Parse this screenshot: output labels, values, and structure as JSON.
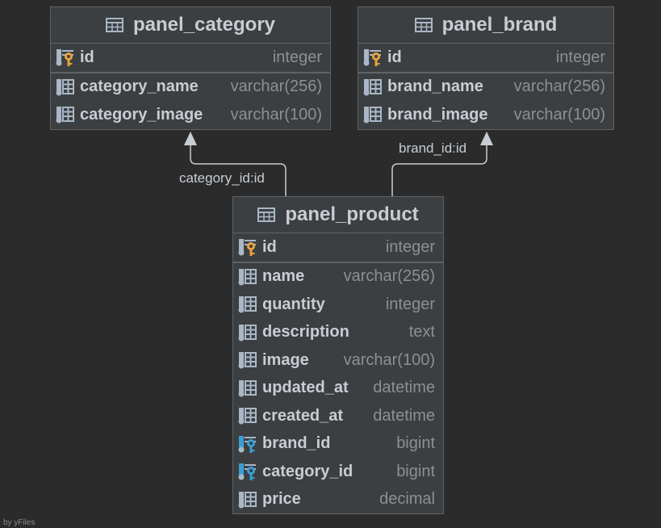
{
  "tables": {
    "category": {
      "title": "panel_category",
      "pk": {
        "name": "id",
        "type": "integer"
      },
      "columns": [
        {
          "name": "category_name",
          "type": "varchar(256)",
          "icon": "column-icon"
        },
        {
          "name": "category_image",
          "type": "varchar(100)",
          "icon": "column-icon"
        }
      ]
    },
    "brand": {
      "title": "panel_brand",
      "pk": {
        "name": "id",
        "type": "integer"
      },
      "columns": [
        {
          "name": "brand_name",
          "type": "varchar(256)",
          "icon": "column-icon"
        },
        {
          "name": "brand_image",
          "type": "varchar(100)",
          "icon": "column-icon"
        }
      ]
    },
    "product": {
      "title": "panel_product",
      "pk": {
        "name": "id",
        "type": "integer"
      },
      "columns": [
        {
          "name": "name",
          "type": "varchar(256)",
          "icon": "column-icon"
        },
        {
          "name": "quantity",
          "type": "integer",
          "icon": "column-icon"
        },
        {
          "name": "description",
          "type": "text",
          "icon": "column-icon"
        },
        {
          "name": "image",
          "type": "varchar(100)",
          "icon": "column-icon"
        },
        {
          "name": "updated_at",
          "type": "datetime",
          "icon": "column-icon"
        },
        {
          "name": "created_at",
          "type": "datetime",
          "icon": "column-icon"
        },
        {
          "name": "brand_id",
          "type": "bigint",
          "icon": "foreign-key-icon"
        },
        {
          "name": "category_id",
          "type": "bigint",
          "icon": "foreign-key-icon"
        },
        {
          "name": "price",
          "type": "decimal",
          "icon": "column-icon"
        }
      ]
    }
  },
  "edges": {
    "category_label": "category_id:id",
    "brand_label": "brand_id:id"
  },
  "footer": "by yFiles",
  "colors": {
    "background": "#2b2b2b",
    "table_bg": "#3c3f41",
    "border": "#5e6366",
    "primary_key": "#e8a33d",
    "foreign_key": "#3a9fd6"
  }
}
